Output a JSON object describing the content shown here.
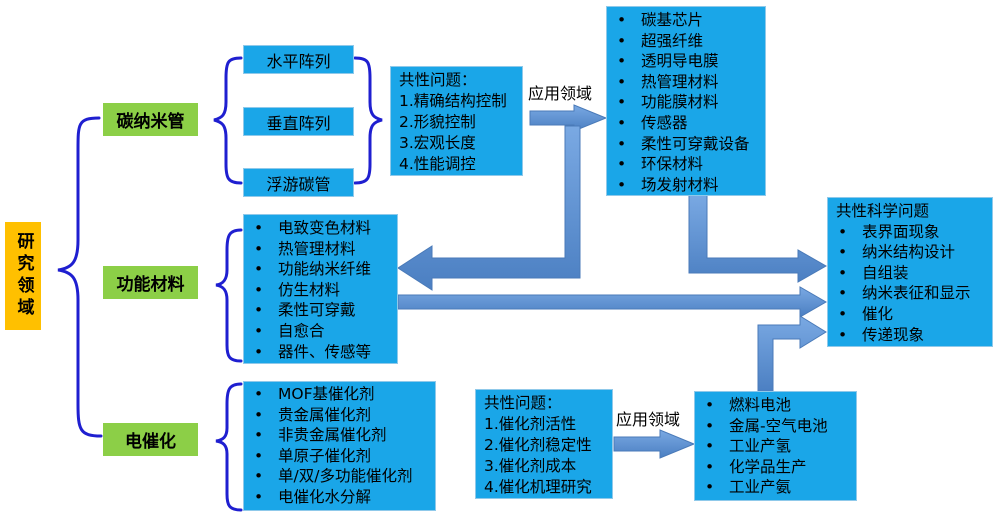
{
  "root": "研究领域",
  "categories": {
    "cnt": "碳纳米管",
    "functional": "功能材料",
    "electrocatalysis": "电催化"
  },
  "cnt_types": [
    "水平阵列",
    "垂直阵列",
    "浮游碳管"
  ],
  "cnt_issues": {
    "title": "共性问题：",
    "items": [
      "1.精确结构控制",
      "2.形貌控制",
      "3.宏观长度",
      "4.性能调控"
    ]
  },
  "cnt_apps": [
    "碳基芯片",
    "超强纤维",
    "透明导电膜",
    "热管理材料",
    "功能膜材料",
    "传感器",
    "柔性可穿戴设备",
    "环保材料",
    "场发射材料"
  ],
  "functional_items": [
    "电致变色材料",
    "热管理材料",
    "功能纳米纤维",
    "仿生材料",
    "柔性可穿戴",
    "自愈合",
    "器件、传感等"
  ],
  "catalyst_items": [
    "MOF基催化剂",
    "贵金属催化剂",
    "非贵金属催化剂",
    "单原子催化剂",
    "单/双/多功能催化剂",
    "电催化水分解"
  ],
  "catalyst_issues": {
    "title": "共性问题：",
    "items": [
      "1.催化剂活性",
      "2.催化剂稳定性",
      "3.催化剂成本",
      "4.催化机理研究"
    ]
  },
  "energy_apps": [
    "燃料电池",
    "金属-空气电池",
    "工业产氢",
    "化学品生产",
    "工业产氨"
  ],
  "science_issues": {
    "title": "共性科学问题",
    "items": [
      "表界面现象",
      "纳米结构设计",
      "自组装",
      "纳米表征和显示",
      "催化",
      "传递现象"
    ]
  },
  "app_label_1": "应用领域",
  "app_label_2": "应用领域",
  "colors": {
    "box_blue": "#1aa6e8",
    "green": "#8ccf47",
    "orange": "#ffc000",
    "brace": "#1f1fd0",
    "arrow": "#5b8fd1"
  }
}
